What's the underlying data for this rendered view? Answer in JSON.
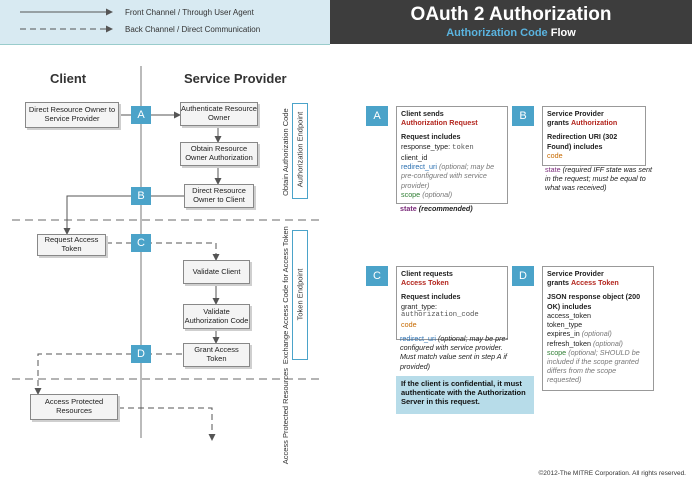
{
  "legend": {
    "front_channel": "Front Channel / Through User Agent",
    "back_channel": "Back Channel / Direct Communication"
  },
  "title": {
    "main": "OAuth 2 Authorization",
    "sub_highlight": "Authorization Code",
    "sub_rest": "Flow"
  },
  "columns": {
    "client": "Client",
    "provider": "Service Provider"
  },
  "boxes": {
    "direct_owner": "Direct Resource Owner to Service Provider",
    "authenticate": "Authenticate Resource Owner",
    "obtain_auth": "Obtain Resource Owner Authorization",
    "direct_client": "Direct Resource Owner to Client",
    "request_token": "Request Access Token",
    "validate_client": "Validate Client",
    "validate_code": "Validate Authorization Code",
    "grant_token": "Grant Access Token",
    "access_resources": "Access Protected Resources"
  },
  "steps": {
    "a": "A",
    "b": "B",
    "c": "C",
    "d": "D"
  },
  "phases": {
    "obtain_code": "Obtain Authorization Code",
    "exchange": "Exchange Access Code for Access Token",
    "access": "Access Protected Resources"
  },
  "endpoints": {
    "authorization": "Authorization Endpoint",
    "token": "Token Endpoint"
  },
  "cards": {
    "a": {
      "line1": "Client sends",
      "line2": "Authorization Request",
      "head": "Request includes",
      "response_type": "response_type:",
      "response_type_val": "token",
      "client_id": "client_id",
      "redirect_uri": "redirect_uri",
      "redirect_note": "(optional; may be pre-configured with service provider)",
      "scope": "scope",
      "scope_note": "(optional)",
      "state": "state",
      "state_note": "(recommended)"
    },
    "b": {
      "line1": "Service Provider",
      "line2_pre": "grants",
      "line2": "Authorization",
      "head": "Redirection URI (302 Found) includes",
      "code": "code",
      "state": "state",
      "state_note": "(required IFF state was sent in the request; must be equal to what was received)"
    },
    "c": {
      "line1": "Client requests",
      "line2": "Access Token",
      "head": "Request includes",
      "grant_type": "grant_type:",
      "grant_type_val": "authorization_code",
      "code": "code",
      "redirect_uri": "redirect_uri",
      "redirect_note": "(optional; may be pre-configured with service provider. Must match value sent in step A if provided)"
    },
    "d": {
      "line1": "Service Provider",
      "line2_pre": "grants",
      "line2": "Access Token",
      "head": "JSON response object (200 OK) includes",
      "access_token": "access_token",
      "token_type": "token_type",
      "expires_in": "expires_in",
      "expires_note": "(optional)",
      "refresh_token": "refresh_token",
      "refresh_note": "(optional)",
      "scope": "scope",
      "scope_note": "(optional; SHOULD be included if the scope granted differs from the scope requested)"
    }
  },
  "note": "If the client is confidential, it must authenticate with the Authorization Server in this request.",
  "copyright": "©2012-The MITRE Corporation. All rights reserved.",
  "colors": {
    "accent": "#4ba3c9",
    "title_bg": "#3d3d3d",
    "highlight_red": "#b3261e"
  }
}
